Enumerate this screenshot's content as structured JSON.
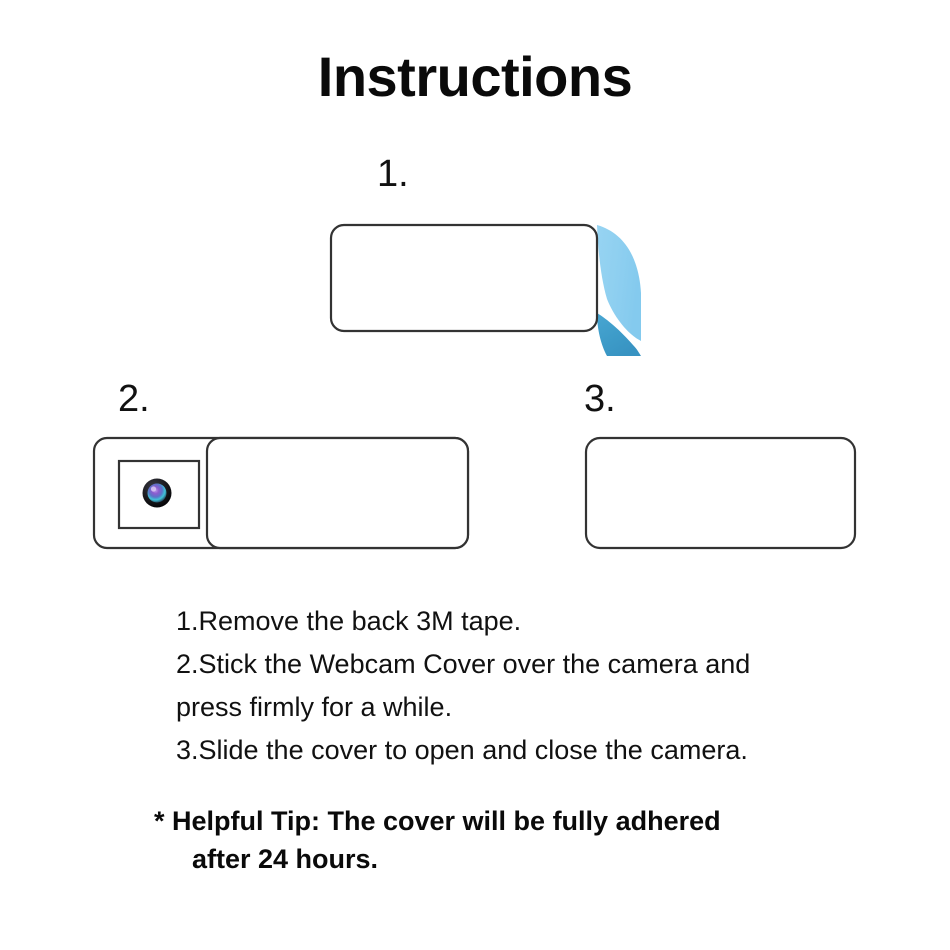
{
  "document": {
    "title": "Instructions",
    "background_color": "#ffffff",
    "text_color": "#111111"
  },
  "steps": [
    {
      "number": "1.",
      "figure_name": "cover-with-3m-tape-flap",
      "description": "Webcam cover with blue 3M tape backing peeling off the right edge"
    },
    {
      "number": "2.",
      "figure_name": "cover-open-over-camera",
      "description": "Webcam cover slid open showing the camera lens through the window"
    },
    {
      "number": "3.",
      "figure_name": "cover-closed",
      "description": "Webcam cover slid closed"
    }
  ],
  "figure_colors": {
    "outline": "#333333",
    "fill": "#ffffff",
    "tape_light_blue": "#8ecff0",
    "tape_dark_blue": "#3d9bc8",
    "lens_ring": "#111111",
    "lens_violet": "#8b5ccf",
    "lens_cyan": "#3fc4d8"
  },
  "instructions": {
    "lines": [
      "1.Remove the back 3M tape.",
      "2.Stick the Webcam Cover over the camera and",
      "press firmly for a while.",
      "3.Slide the cover to open and close the camera."
    ]
  },
  "tip": {
    "line_1": "* Helpful Tip: The cover will be fully adhered",
    "line_2": "after 24 hours."
  }
}
